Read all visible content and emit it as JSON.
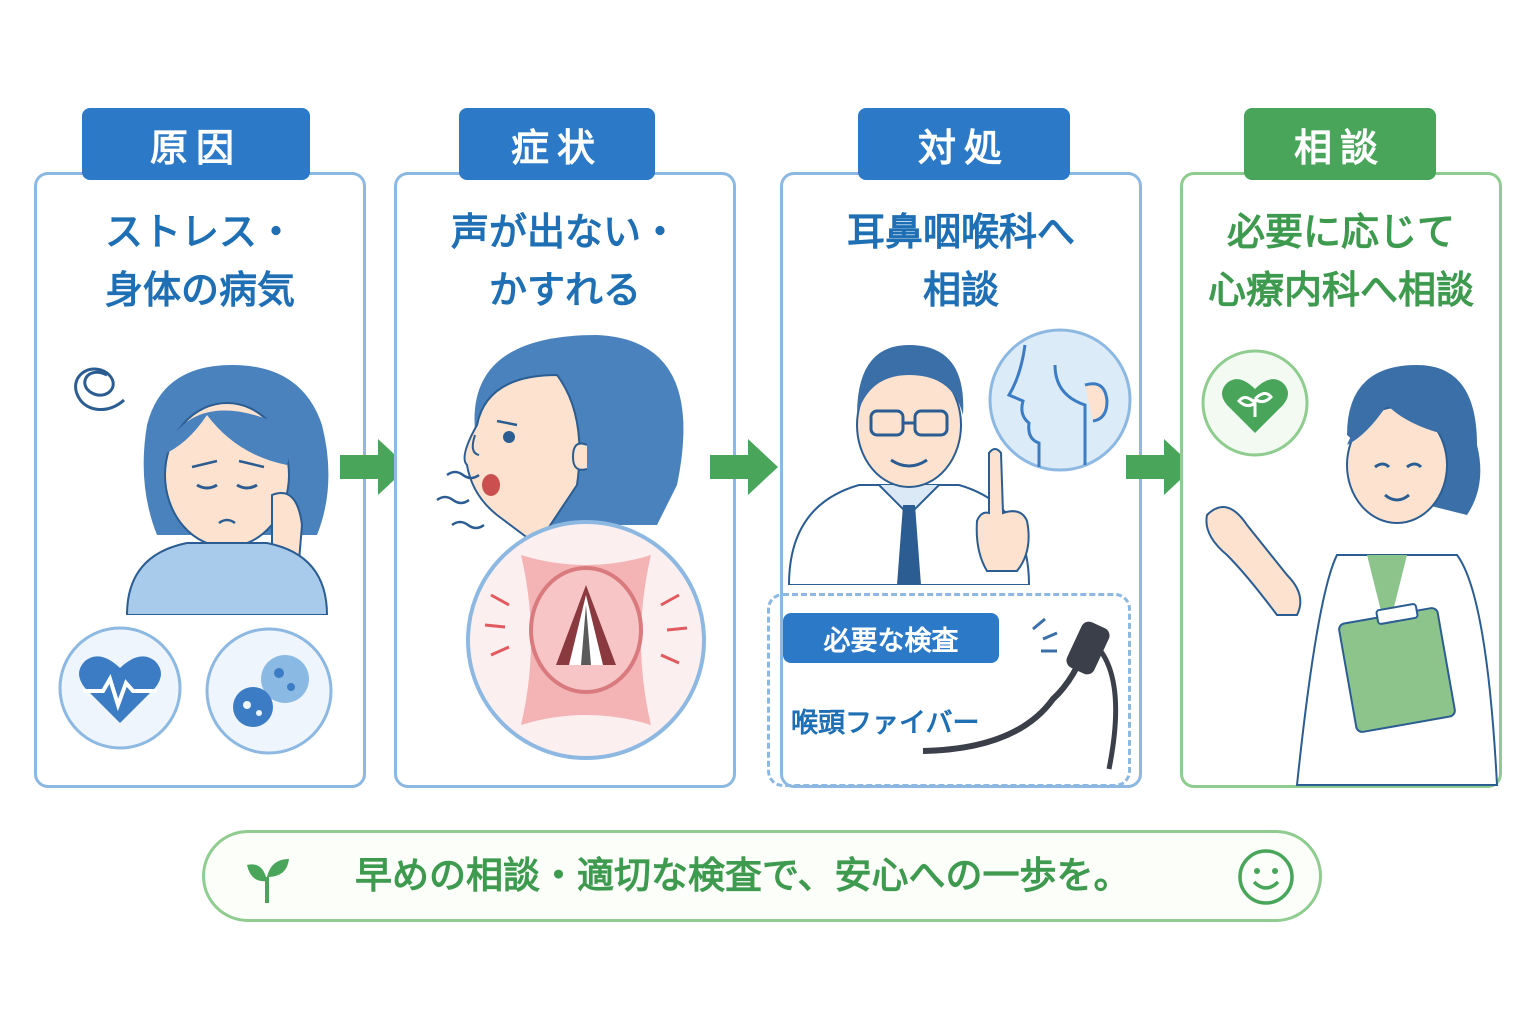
{
  "panels": [
    {
      "tag": "原因",
      "title_lines": [
        "ストレス・",
        "身体の病気"
      ]
    },
    {
      "tag": "症状",
      "title_lines": [
        "声が出ない・",
        "かすれる"
      ]
    },
    {
      "tag": "対処",
      "title_lines": [
        "耳鼻咽喉科へ",
        "相談"
      ]
    },
    {
      "tag": "相談",
      "title_lines": [
        "必要に応じて",
        "心療内科へ相談"
      ]
    }
  ],
  "exam": {
    "tag": "必要な検査",
    "item": "喉頭ファイバー"
  },
  "footer": {
    "message": "早めの相談・適切な検査で、安心への一歩を。"
  },
  "colors": {
    "blue": "#2b79c7",
    "blue_text": "#1f6fb5",
    "blue_border": "#8db8e2",
    "green": "#48a55a",
    "green_text": "#3e9a4e",
    "green_border": "#8fcc8f"
  },
  "icons": [
    "dizzy-icon",
    "heart-pulse-icon",
    "virus-icon",
    "throat-icon",
    "ear-nose-icon",
    "endoscope-icon",
    "heart-sprout-icon",
    "sprout-icon",
    "smile-icon",
    "arrow-right-icon"
  ]
}
